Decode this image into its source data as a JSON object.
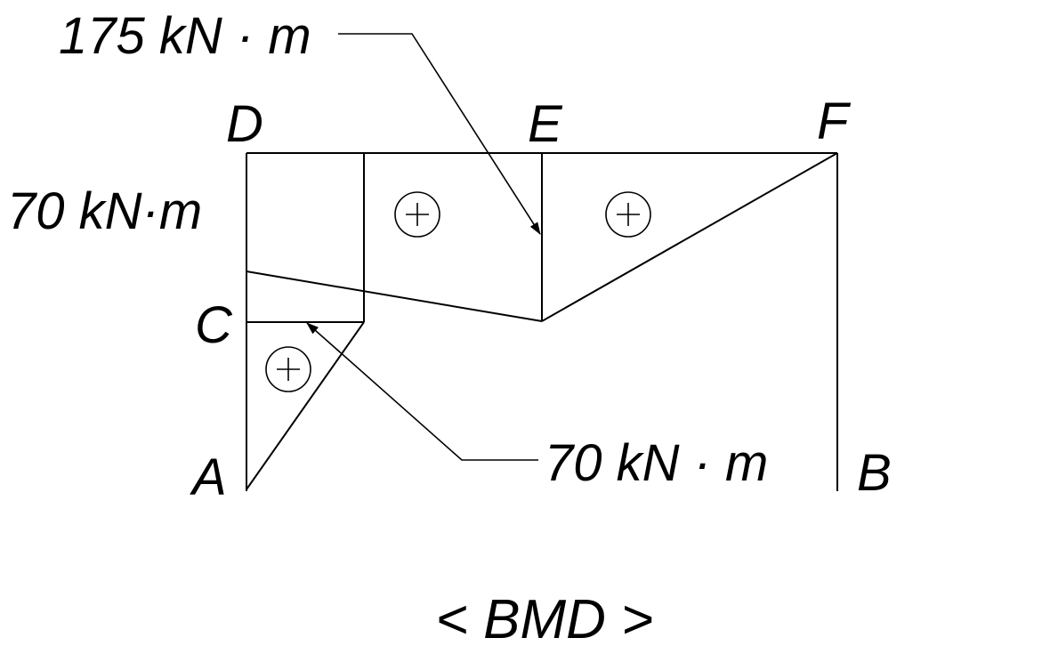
{
  "diagram": {
    "title": "< BMD >",
    "nodes": {
      "A": "A",
      "B": "B",
      "C": "C",
      "D": "D",
      "E": "E",
      "F": "F"
    },
    "moments": {
      "max_at_E": "175 kN · m",
      "at_D_column": "70 kN·m",
      "at_C": "70 kN · m"
    },
    "sign_markers": [
      "+",
      "+",
      "+"
    ]
  }
}
